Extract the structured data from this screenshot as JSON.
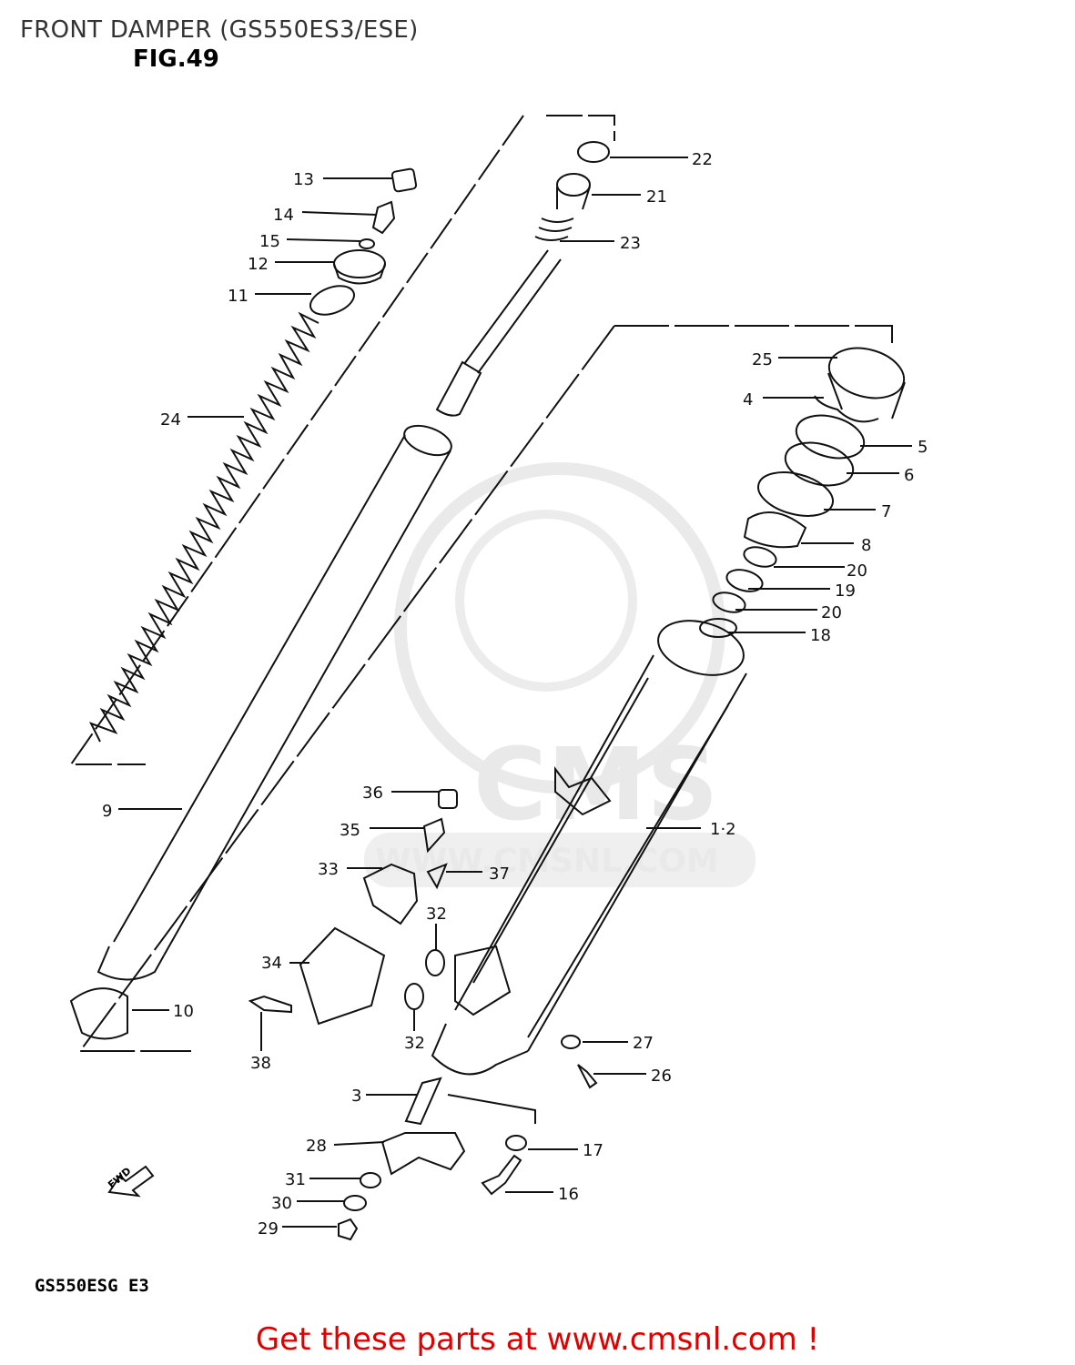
{
  "header": {
    "title": "FRONT DAMPER (GS550ES3/ESE)",
    "figure": "FIG.49"
  },
  "model_code": "GS550ESG  E3",
  "fwd_label": "FWD",
  "footer": "Get these parts at www.cmsnl.com !",
  "watermark": {
    "logo_text": "CMS",
    "url_text": "WWW.CMSNL.COM"
  },
  "callouts": {
    "p22": "22",
    "p21": "21",
    "p23": "23",
    "p13": "13",
    "p14": "14",
    "p15": "15",
    "p12": "12",
    "p11": "11",
    "p24": "24",
    "p25": "25",
    "p4": "4",
    "p5": "5",
    "p6": "6",
    "p7": "7",
    "p8": "8",
    "p20a": "20",
    "p19": "19",
    "p20b": "20",
    "p18": "18",
    "p9": "9",
    "p36": "36",
    "p35": "35",
    "p1_2": "1·2",
    "p33": "33",
    "p37": "37",
    "p32a": "32",
    "p34": "34",
    "p10": "10",
    "p38": "38",
    "p32b": "32",
    "p27": "27",
    "p26": "26",
    "p3": "3",
    "p28": "28",
    "p17": "17",
    "p31": "31",
    "p16": "16",
    "p30": "30",
    "p29": "29"
  }
}
